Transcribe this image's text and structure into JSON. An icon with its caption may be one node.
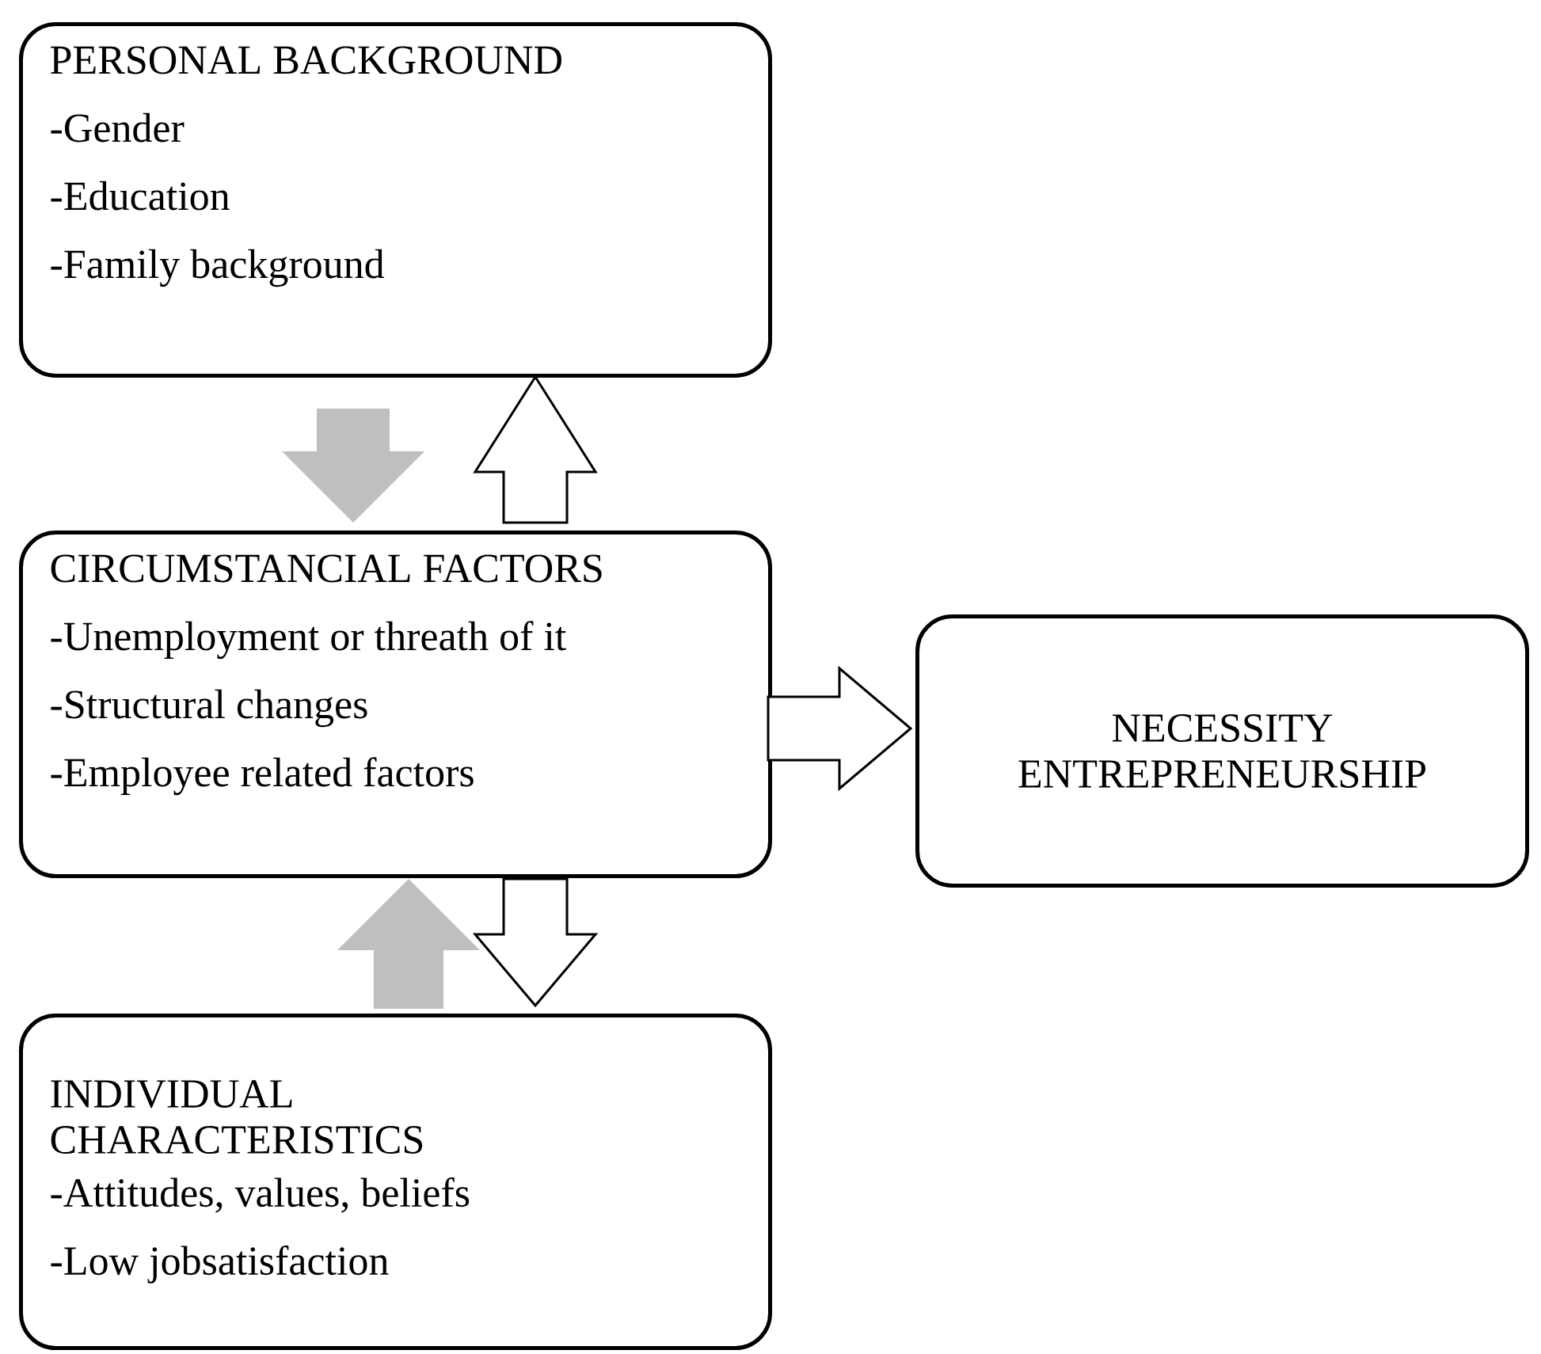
{
  "diagram": {
    "nodes": [
      {
        "text": [
          "PERSONAL BACKGROUND",
          "-Gender",
          "-Education",
          "-Family background"
        ]
      },
      {
        "text": [
          "CIRCUMSTANCIAL FACTORS",
          "-Unemployment or threath of it",
          "-Structural changes",
          "-Employee related factors"
        ]
      },
      {
        "text": [
          "NECESSITY ENTREPRENEURSHIP"
        ]
      },
      {
        "text": [
          "INDIVIDUAL CHARACTERISTICS",
          "-Attitudes, values, beliefs",
          "-Low jobsatisfaction"
        ]
      }
    ],
    "edges": [
      {
        "from": 0,
        "to": 1,
        "arrow": "to",
        "color": "#bfbfbf"
      },
      {
        "from": 1,
        "to": 0,
        "arrow": "to"
      },
      {
        "from": 1,
        "to": 2,
        "arrow": "to"
      },
      {
        "from": 3,
        "to": 1,
        "arrow": "to",
        "color": "#bfbfbf"
      },
      {
        "from": 1,
        "to": 3,
        "arrow": "to"
      }
    ]
  }
}
